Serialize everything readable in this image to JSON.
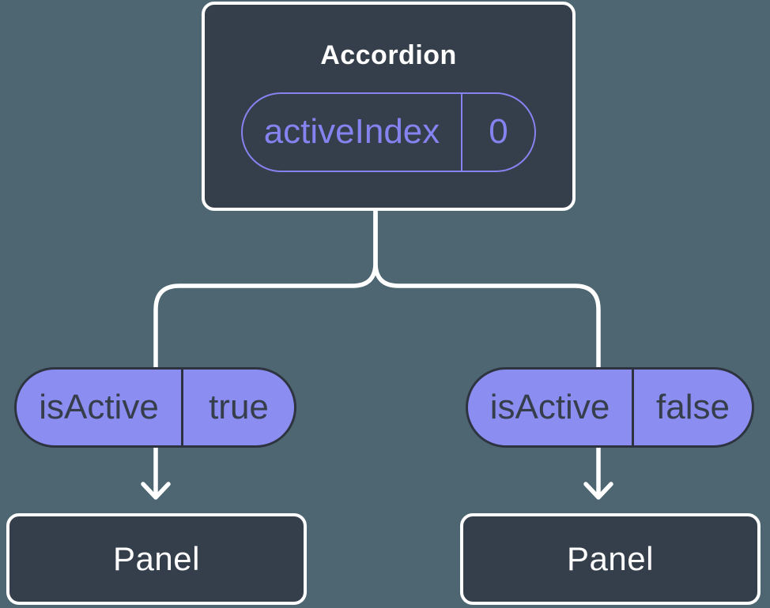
{
  "colors": {
    "background": "#4d6671",
    "node_fill": "#353e4b",
    "node_border": "#ffffff",
    "pill_fill": "#8b8df1",
    "pill_border": "#2d3440",
    "pill_text": "#353e4a",
    "accent": "#8583f0",
    "line": "#ffffff",
    "title_text": "#ffffff"
  },
  "diagram": {
    "root": {
      "title": "Accordion",
      "state": {
        "name": "activeIndex",
        "value": "0"
      }
    },
    "branches": [
      {
        "prop": {
          "name": "isActive",
          "value": "true"
        },
        "child": {
          "title": "Panel"
        }
      },
      {
        "prop": {
          "name": "isActive",
          "value": "false"
        },
        "child": {
          "title": "Panel"
        }
      }
    ]
  }
}
